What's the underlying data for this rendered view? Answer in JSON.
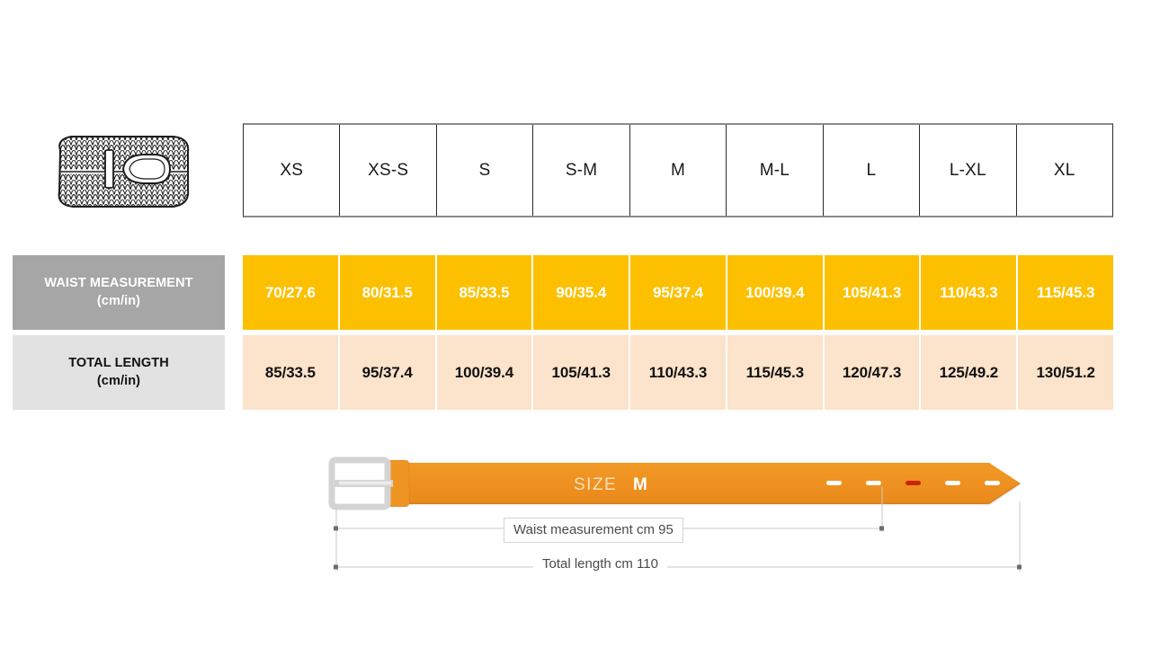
{
  "product": {
    "icon_name": "braided-belt-illustration",
    "alt": "Rolled braided leather belt"
  },
  "size_header": {
    "sizes": [
      "XS",
      "XS-S",
      "S",
      "S-M",
      "M",
      "M-L",
      "L",
      "L-XL",
      "XL"
    ]
  },
  "rows": [
    {
      "id": "waist",
      "label_main": "WAIST MEASUREMENT",
      "label_sub": "(cm/in)",
      "label_bg": "#A6A6A6",
      "label_color": "#FFFFFF",
      "cell_bg": "#FCC000",
      "cell_color": "#FFFFFF",
      "values": [
        "70/27.6",
        "80/31.5",
        "85/33.5",
        "90/35.4",
        "95/37.4",
        "100/39.4",
        "105/41.3",
        "110/43.3",
        "115/45.3"
      ]
    },
    {
      "id": "length",
      "label_main": "TOTAL LENGTH",
      "label_sub": "(cm/in)",
      "label_bg": "#E2E2E2",
      "label_color": "#111111",
      "cell_bg": "#FCE3CB",
      "cell_color": "#111111",
      "values": [
        "85/33.5",
        "95/37.4",
        "100/39.4",
        "105/41.3",
        "110/43.3",
        "115/45.3",
        "120/47.3",
        "125/49.2",
        "130/51.2"
      ]
    }
  ],
  "belt_diagram": {
    "size_prefix": "SIZE",
    "size_value": "M",
    "belt_color": "#EF9021",
    "buckle_color": "#D9D9D9",
    "hole_count": 5,
    "active_hole_index": 2,
    "active_hole_color": "#CC2200",
    "waist_dimension": "Waist measurement cm 95",
    "length_dimension": "Total length cm 110"
  }
}
